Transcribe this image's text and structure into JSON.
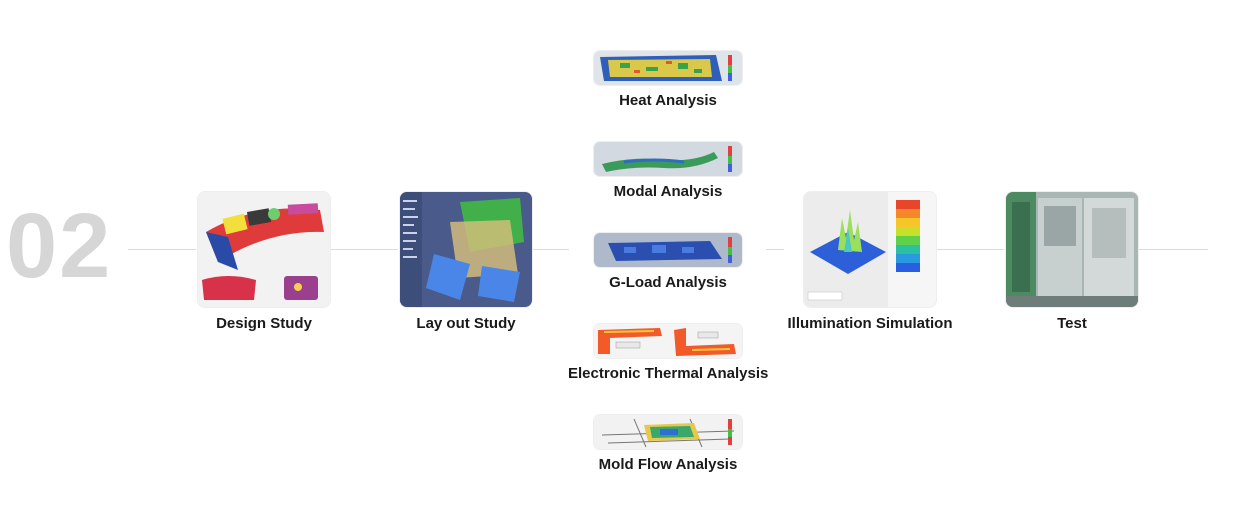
{
  "step_number": "02",
  "stages": [
    {
      "label": "Design Study",
      "icon": "design-study-render-image"
    },
    {
      "label": "Lay out Study",
      "icon": "layout-study-cad-image"
    },
    {
      "label": "Illumination Simulation",
      "icon": "illumination-simulation-image"
    },
    {
      "label": "Test",
      "icon": "test-chamber-photo"
    }
  ],
  "analyses": [
    {
      "label": "Heat Analysis",
      "icon": "heat-analysis-image"
    },
    {
      "label": "Modal Analysis",
      "icon": "modal-analysis-image"
    },
    {
      "label": "G-Load Analysis",
      "icon": "g-load-analysis-image"
    },
    {
      "label": "Electronic Thermal Analysis",
      "icon": "electronic-thermal-image"
    },
    {
      "label": "Mold Flow Analysis",
      "icon": "mold-flow-image"
    }
  ],
  "colors": {
    "step_number": "#d6d6d6",
    "line": "#dcdcdc",
    "caption": "#1a1a1a"
  }
}
